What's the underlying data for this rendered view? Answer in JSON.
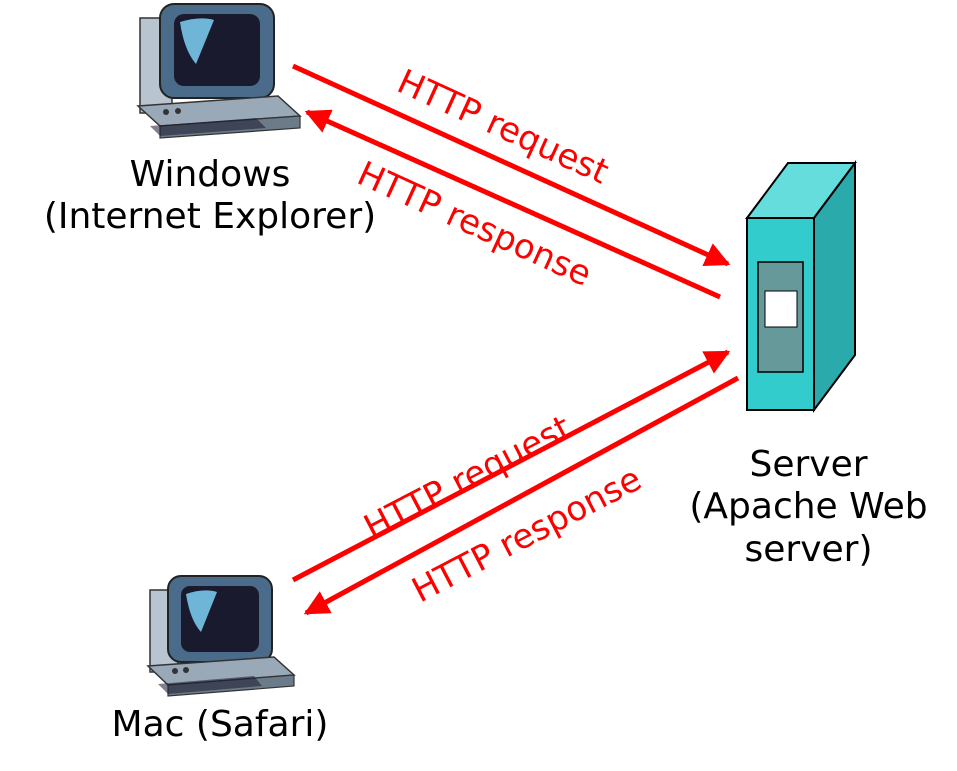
{
  "colors": {
    "arrow": "#ff0000",
    "server_body": "#33cccc",
    "server_side": "#2aaaaa",
    "server_panel": "#669999",
    "monitor_frame": "#4a6b8a",
    "monitor_screen": "#1a1a2e",
    "computer_base": "#9aa9b8"
  },
  "nodes": {
    "windows": {
      "icon": "desktop-computer-icon",
      "line1": "Windows",
      "line2": "(Internet Explorer)"
    },
    "mac": {
      "icon": "desktop-computer-icon",
      "line1": "Mac (Safari)"
    },
    "server": {
      "icon": "server-tower-icon",
      "line1": "Server",
      "line2": "(Apache Web",
      "line3": "server)"
    }
  },
  "messages": {
    "windows_request": "HTTP request",
    "windows_response": "HTTP response",
    "mac_request": "HTTP request",
    "mac_response": "HTTP response"
  }
}
